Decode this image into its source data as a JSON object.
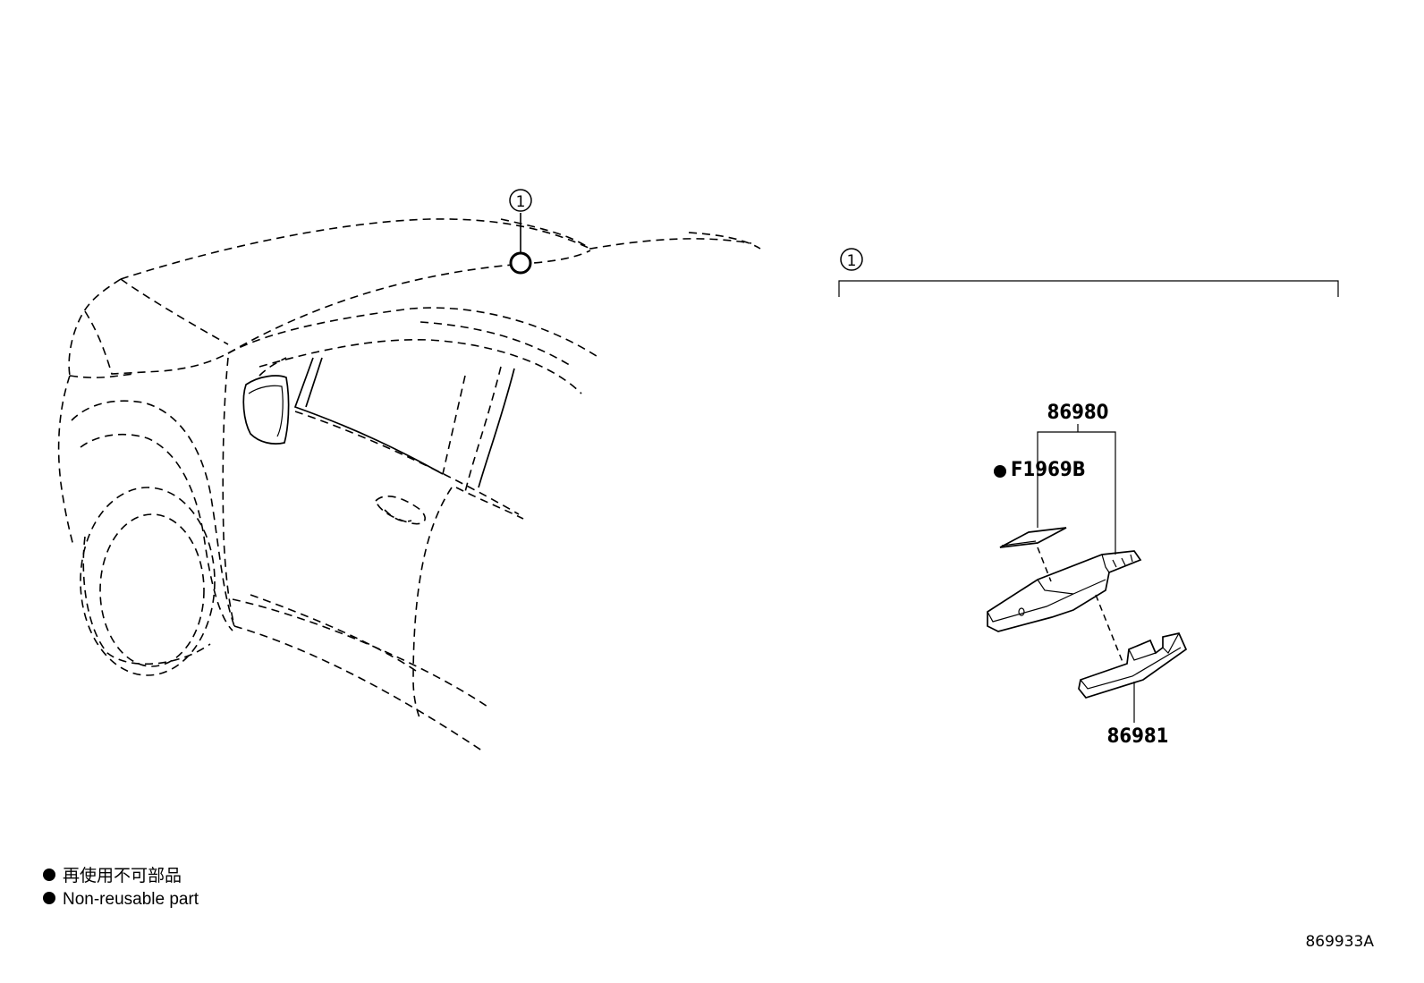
{
  "callouts": {
    "car_ref": "1",
    "detail_ref": "1"
  },
  "parts": {
    "p86980": "86980",
    "pF1969B": "F1969B",
    "p86981": "86981"
  },
  "legend": {
    "line_jp": "再使用不可部品",
    "line_en": "Non-reusable part"
  },
  "drawing_id": "869933A"
}
